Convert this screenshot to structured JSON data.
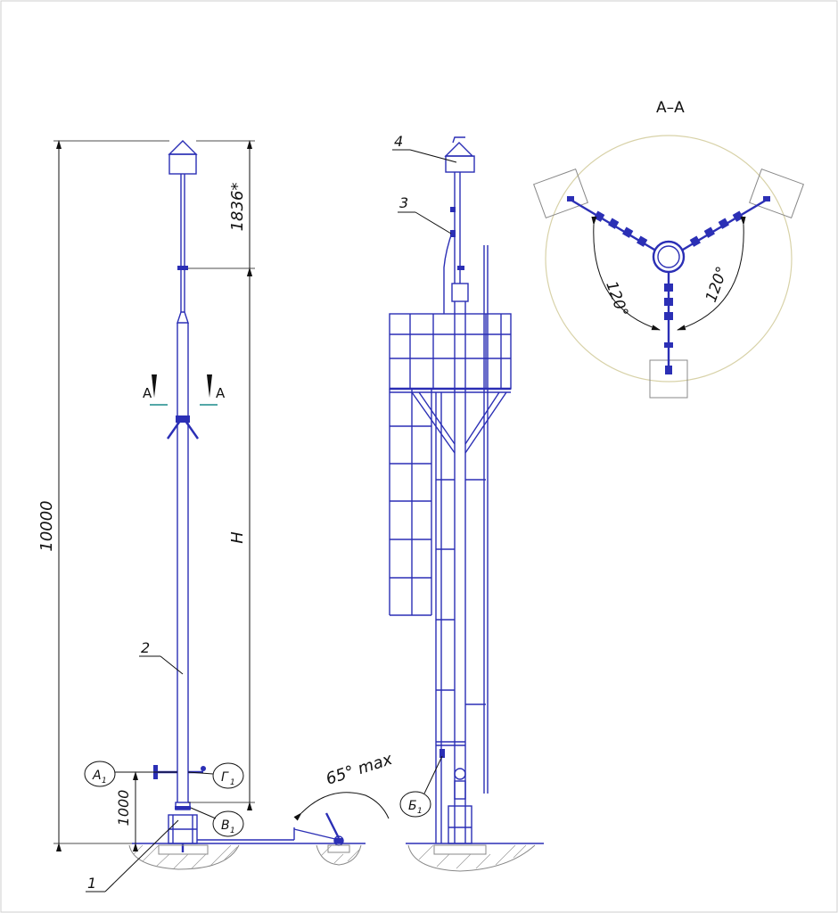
{
  "labels": {
    "section_title": "А–А",
    "section_mark_left": "А",
    "section_mark_right": "А",
    "dim_total": "10000",
    "dim_top": "1836*",
    "dim_h": "H",
    "dim_base": "1000",
    "angle_tilt": "65° max",
    "angle_left": "120°",
    "angle_right": "120°",
    "pos1": "1",
    "pos2": "2",
    "pos3": "3",
    "pos4": "4",
    "node_a1": "А",
    "node_a1_sub": "1",
    "node_g1": "Г",
    "node_g1_sub": "1",
    "node_v1": "В",
    "node_v1_sub": "1",
    "node_b1": "Б",
    "node_b1_sub": "1"
  },
  "colors": {
    "line": "#2b2fb5",
    "dimension": "#111111",
    "circle": "#d8d2a8"
  }
}
